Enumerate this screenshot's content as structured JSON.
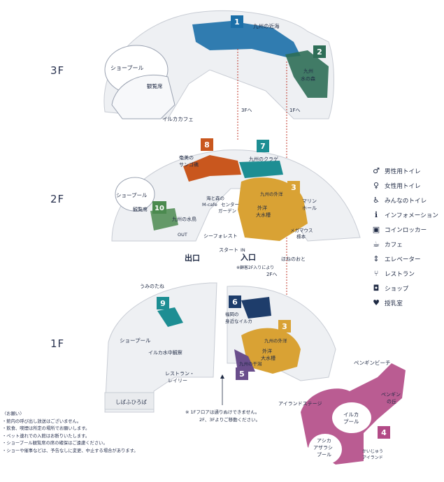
{
  "floors": {
    "f3": "3F",
    "f2": "2F",
    "f1": "1F"
  },
  "colors": {
    "blue": "#1b6fa8",
    "green": "#2e6e57",
    "orange": "#c9571e",
    "teal": "#1d8e93",
    "gold": "#d9a234",
    "purple": "#6a4e8c",
    "navy": "#1e3d6b",
    "pink": "#b24a86",
    "sea_green": "#4b8a4f",
    "plaza": "#e9ebee"
  },
  "zones": {
    "z1": {
      "number": "1",
      "name": "九州の近海"
    },
    "z2": {
      "number": "2",
      "name_line1": "九州",
      "name_line2": "水の森"
    },
    "z3": {
      "number": "3",
      "name_line1": "外洋",
      "name_line2": "大水槽",
      "arc": "九州の外洋"
    },
    "z4": {
      "number": "4"
    },
    "z5": {
      "number": "5",
      "arc": "九州の干潟"
    },
    "z6": {
      "number": "6",
      "name_line1": "福岡の",
      "name_line2": "身近なイルカ"
    },
    "z7": {
      "number": "7",
      "name": "九州のクラゲ"
    },
    "z8": {
      "number": "8",
      "name_line1": "奄美の",
      "name_line2": "サンゴ礁"
    },
    "z9": {
      "number": "9",
      "name": "うみのたね"
    },
    "z10": {
      "number": "10",
      "name": "九州の水鳥"
    }
  },
  "labels3f": {
    "show_pool": "ショープール",
    "stands": "観覧席",
    "cafe": "イルカカフェ",
    "to3f": "3Fへ",
    "to1f": "1Fへ"
  },
  "labels2f": {
    "show_pool": "ショープール",
    "stands": "観覧席",
    "learning_line1": "海と森の",
    "learning_line2": "M-cafe",
    "learning_line3": "センター",
    "learning_line4": "ガーデン",
    "marine_line1": "マリン",
    "marine_line2": "ホール",
    "megamouth_line1": "メガマウス",
    "megamouth_line2": "標本",
    "forest": "シーフォレスト",
    "entrance": "入口",
    "exit": "出口",
    "start": "スタート",
    "in": "IN",
    "out": "OUT",
    "entry_note": "※顧客2F入りにより",
    "hone": "ほねのおと",
    "to2f": "2Fへ"
  },
  "labels1f": {
    "show_pool": "ショープール",
    "underwater": "イルカ水中観察",
    "restaurant_line1": "レストラン・",
    "restaurant_line2": "レイリー",
    "shiba": "しばふひろば",
    "penguin_beach": "ペンギンビーチ",
    "penguin_hill_line1": "ペンギン",
    "penguin_hill_line2": "の丘",
    "dolphin_pool_line1": "イルカ",
    "dolphin_pool_line2": "プール",
    "sealion_line1": "アシカ",
    "sealion_line2": "アザラシ",
    "sealion_line3": "プール",
    "island_stage": "アイランドステージ",
    "floor_note_line1": "※ 1Fフロアは通りぬけできません。",
    "floor_note_line2": "2F、3Fよりご移動ください。",
    "kids_line1": "かいじゅう",
    "kids_line2": "アイランド"
  },
  "legend": [
    {
      "icon": "male-icon",
      "glyph": "♂",
      "label": "男性用トイレ"
    },
    {
      "icon": "female-icon",
      "glyph": "♀",
      "label": "女性用トイレ"
    },
    {
      "icon": "accessible-icon",
      "glyph": "♿",
      "label": "みんなのトイレ"
    },
    {
      "icon": "information-icon",
      "glyph": "ℹ",
      "label": "インフォメーション"
    },
    {
      "icon": "locker-icon",
      "glyph": "▣",
      "label": "コインロッカー"
    },
    {
      "icon": "cafe-icon",
      "glyph": "☕",
      "label": "カフェ"
    },
    {
      "icon": "elevator-icon",
      "glyph": "⇕",
      "label": "エレベーター"
    },
    {
      "icon": "restaurant-icon",
      "glyph": "⑂",
      "label": "レストラン"
    },
    {
      "icon": "shop-icon",
      "glyph": "◘",
      "label": "ショップ"
    },
    {
      "icon": "nursing-icon",
      "glyph": "♥",
      "label": "授乳室"
    }
  ],
  "notes": {
    "title": "〈お願い〉",
    "lines": [
      "・館内の呼び出し放送はございません。",
      "・飲食、喫煙は所定の場所でお願いします。",
      "・ペット連れでの入館はお断りいたします。",
      "・ショープール観覧席の席の確保はご遠慮ください。",
      "・ショーや催事などは、予告なしに変更、中止する場合があります。"
    ]
  }
}
